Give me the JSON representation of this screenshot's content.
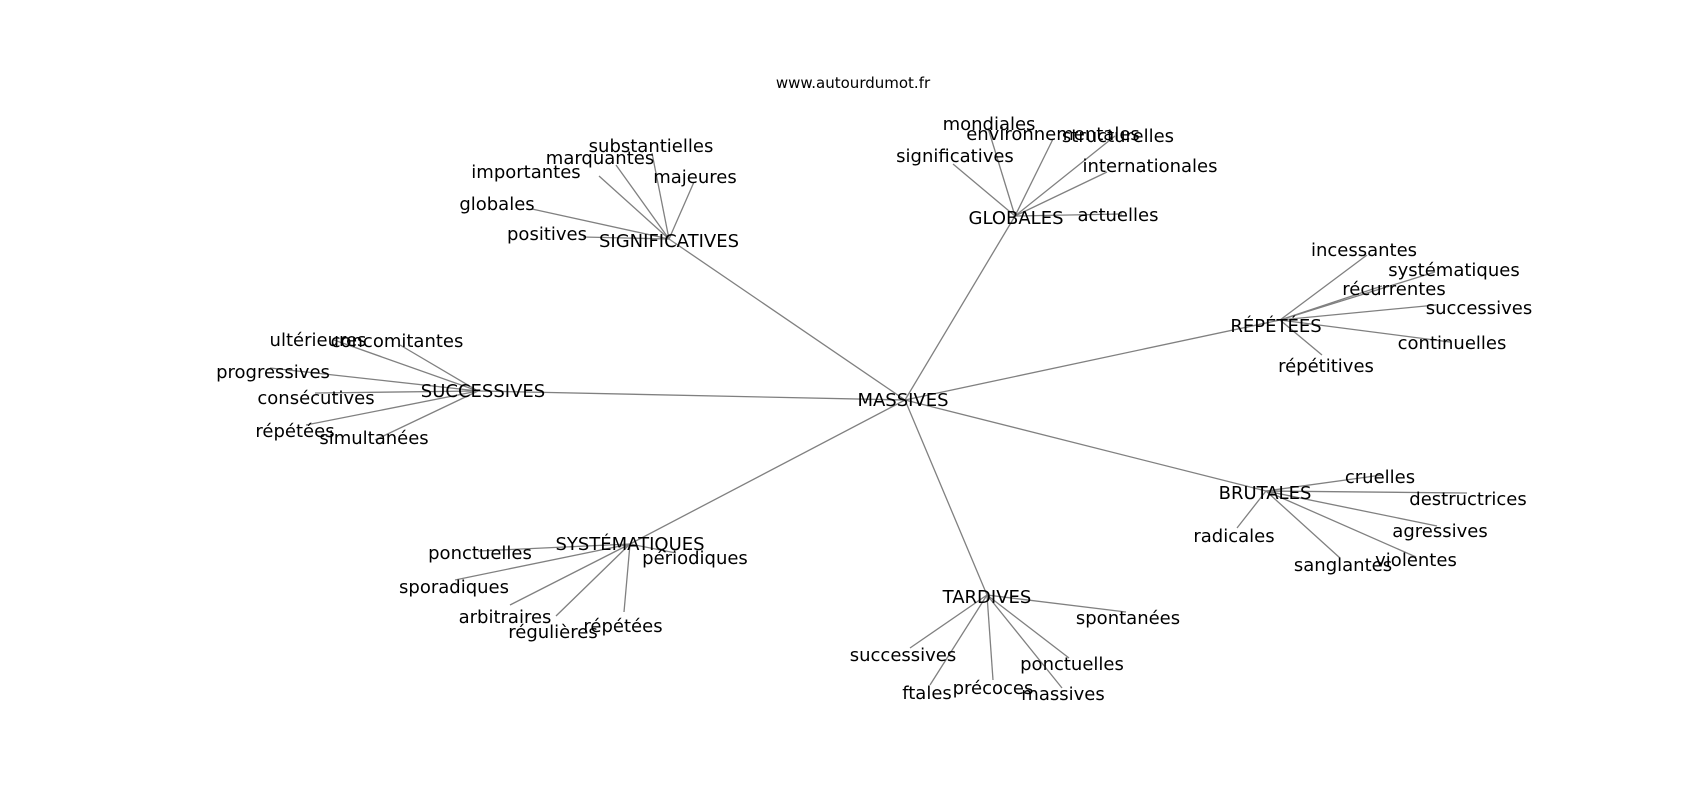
{
  "source": "www.autourdumot.fr",
  "root": "MASSIVES",
  "groups": [
    {
      "name": "SIGNIFICATIVES",
      "children": [
        "substantielles",
        "marquantes",
        "importantes",
        "majeures",
        "globales",
        "positives"
      ]
    },
    {
      "name": "GLOBALES",
      "children": [
        "mondiales",
        "environnementales",
        "structurelles",
        "significatives",
        "internationales",
        "actuelles"
      ]
    },
    {
      "name": "RÉPÉTÉES",
      "children": [
        "incessantes",
        "systématiques",
        "récurrentes",
        "successives",
        "continuelles",
        "répétitives"
      ]
    },
    {
      "name": "SUCCESSIVES",
      "children": [
        "ultérieures",
        "concomitantes",
        "progressives",
        "consécutives",
        "répétées",
        "simultanées"
      ]
    },
    {
      "name": "BRUTALES",
      "children": [
        "cruelles",
        "destructrices",
        "agressives",
        "radicales",
        "sanglantes",
        "violentes"
      ]
    },
    {
      "name": "SYSTÉMATIQUES",
      "children": [
        "ponctuelles",
        "périodiques",
        "sporadiques",
        "arbitraires",
        "régulières",
        "répétées"
      ]
    },
    {
      "name": "TARDIVES",
      "children": [
        "spontanées",
        "successives",
        "ponctuelles",
        "ftales",
        "précoces",
        "massives"
      ]
    }
  ]
}
